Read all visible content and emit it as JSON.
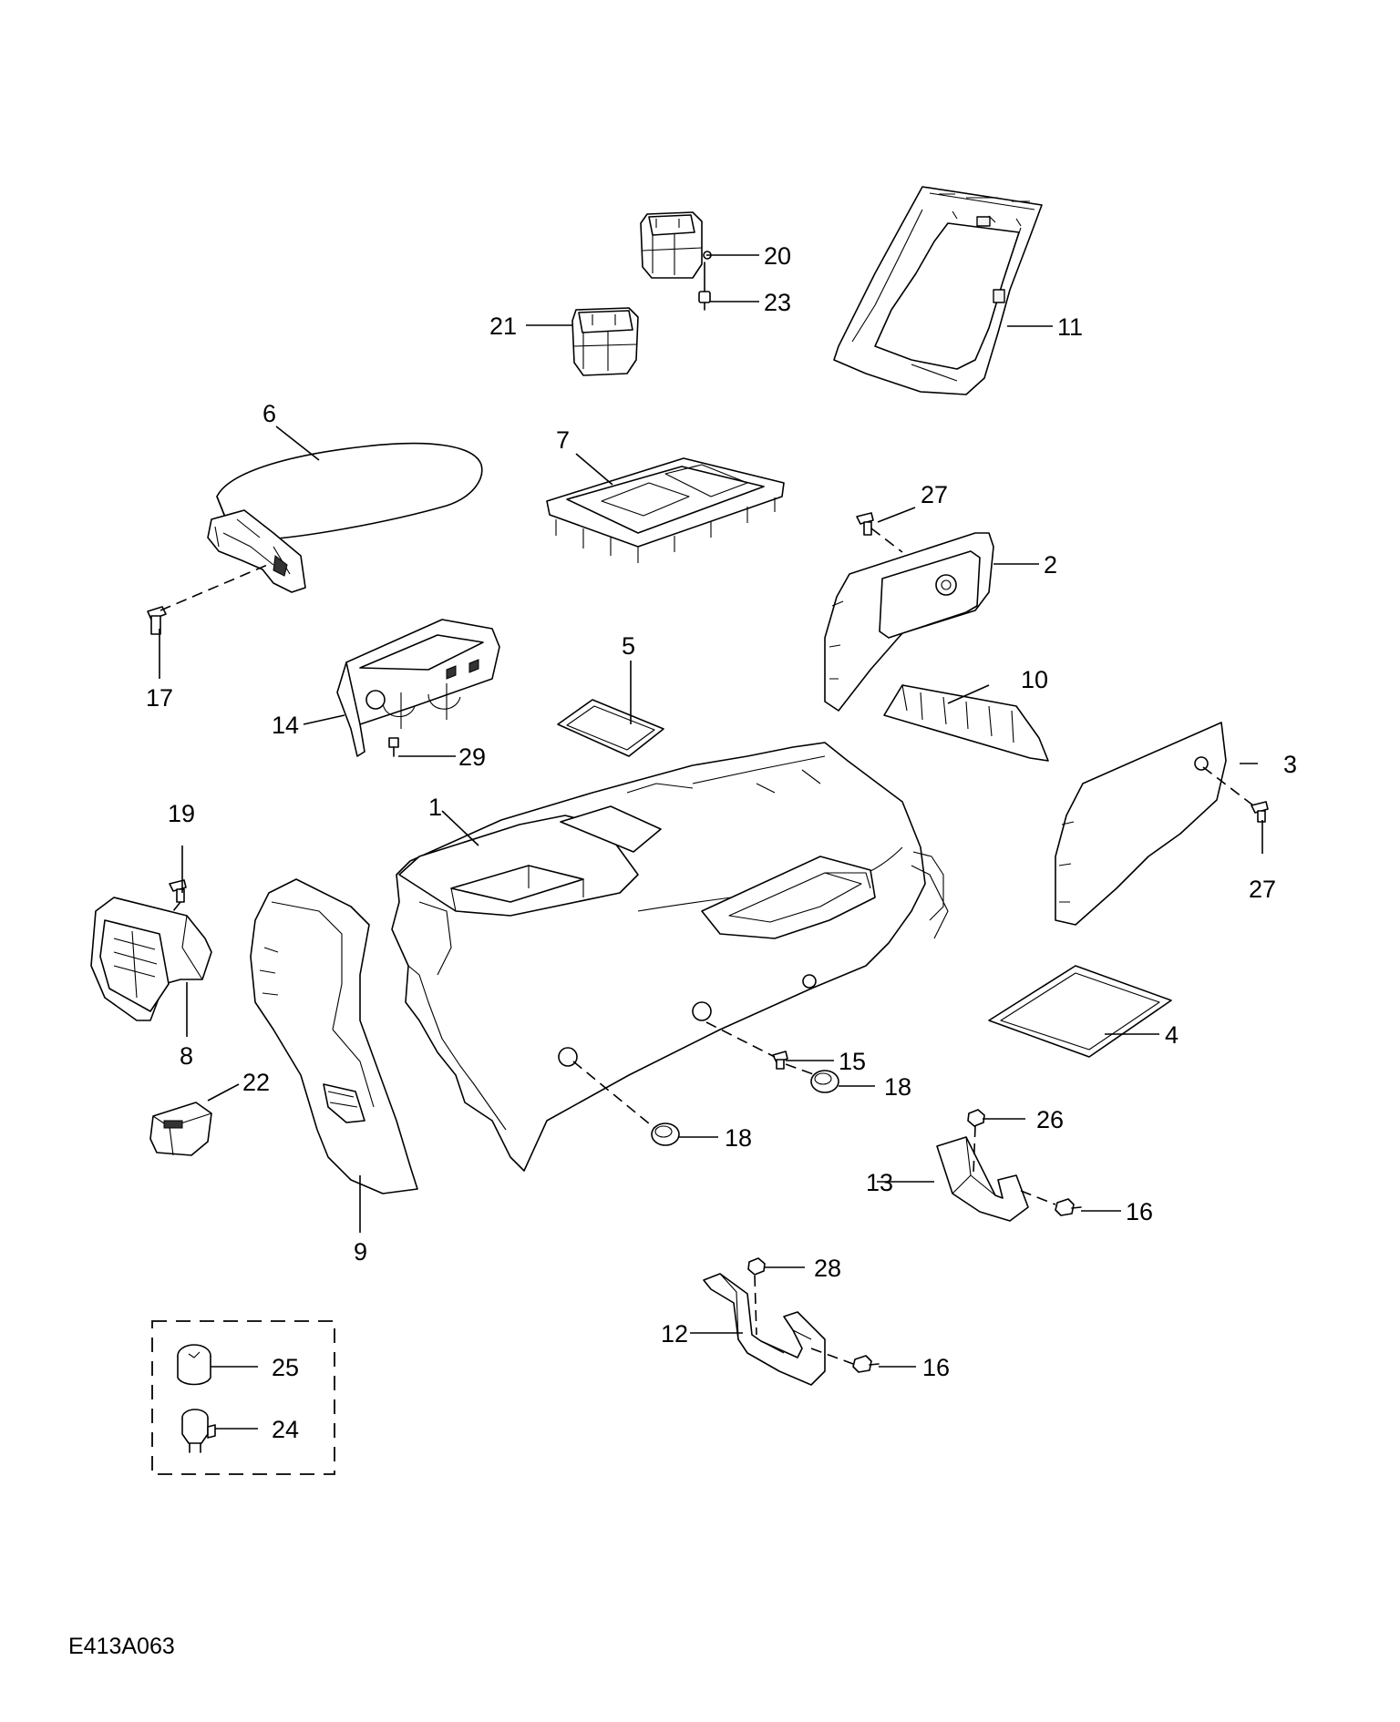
{
  "diagram_code": "E413A063",
  "callouts": {
    "c1": "1",
    "c2": "2",
    "c3": "3",
    "c4": "4",
    "c5": "5",
    "c6": "6",
    "c7": "7",
    "c8": "8",
    "c9": "9",
    "c10": "10",
    "c11": "11",
    "c12": "12",
    "c13": "13",
    "c14": "14",
    "c15": "15",
    "c16a": "16",
    "c16b": "16",
    "c17": "17",
    "c18a": "18",
    "c18b": "18",
    "c19": "19",
    "c20": "20",
    "c21": "21",
    "c22": "22",
    "c23": "23",
    "c24": "24",
    "c25": "25",
    "c26": "26",
    "c27a": "27",
    "c27b": "27",
    "c28": "28",
    "c29": "29"
  }
}
